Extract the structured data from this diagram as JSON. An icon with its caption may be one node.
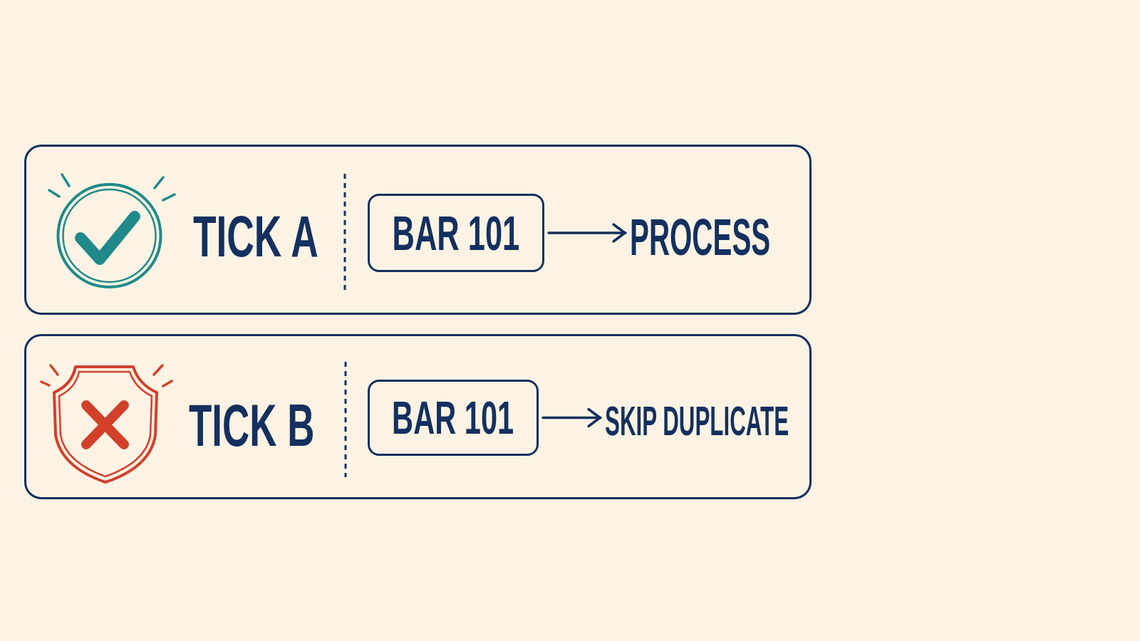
{
  "diagram": {
    "nodes": [
      {
        "text": [
          "TICK A"
        ]
      },
      {
        "text": [
          "BAR 101"
        ],
        "in": 0
      },
      {
        "text": [
          "PROCESS"
        ],
        "in": 0
      },
      {
        "text": [
          "TICK B"
        ]
      },
      {
        "text": [
          "BAR 101"
        ],
        "in": 3
      },
      {
        "text": [
          "SKIP DUPLICATE"
        ],
        "in": 3
      }
    ],
    "edges": [
      {
        "from": 1,
        "to": 2,
        "arrow": "to"
      },
      {
        "from": 4,
        "to": 5,
        "arrow": "to"
      }
    ]
  }
}
